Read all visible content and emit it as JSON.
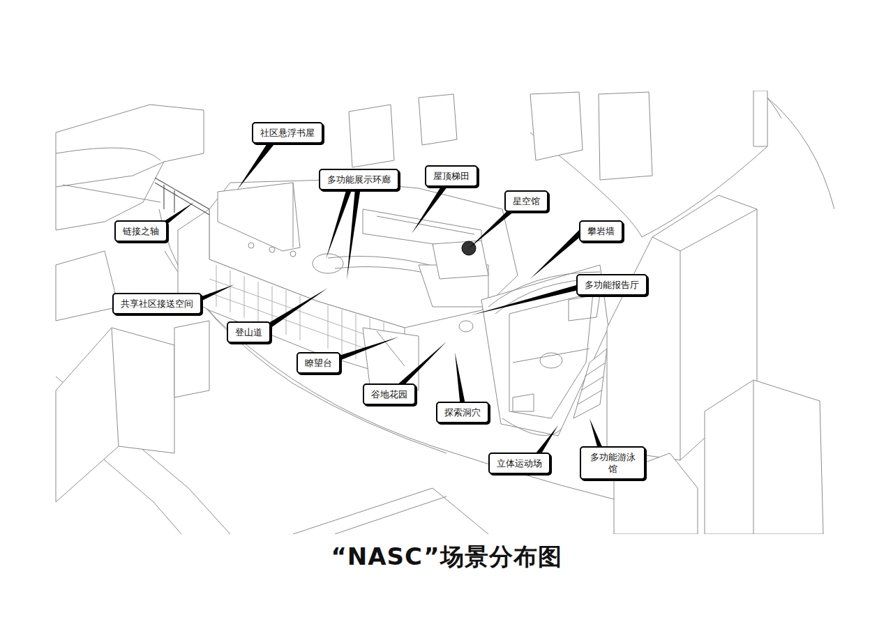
{
  "diagram": {
    "title": "“NASC”场景分布图",
    "nodes": [
      {
        "text": [
          "社区悬浮书屋"
        ]
      },
      {
        "text": [
          "多功能展示环廊"
        ]
      },
      {
        "text": [
          "屋顶梯田"
        ]
      },
      {
        "text": [
          "星空馆"
        ]
      },
      {
        "text": [
          "链接之轴"
        ]
      },
      {
        "text": [
          "攀岩墙"
        ]
      },
      {
        "text": [
          "多功能报告厅"
        ]
      },
      {
        "text": [
          "共享社区接送空间"
        ]
      },
      {
        "text": [
          "登山道"
        ]
      },
      {
        "text": [
          "瞭望台"
        ]
      },
      {
        "text": [
          "谷地花园"
        ]
      },
      {
        "text": [
          "探索洞穴"
        ]
      },
      {
        "text": [
          "立体运动场"
        ]
      },
      {
        "text": [
          "多功能游泳馆"
        ]
      }
    ]
  }
}
